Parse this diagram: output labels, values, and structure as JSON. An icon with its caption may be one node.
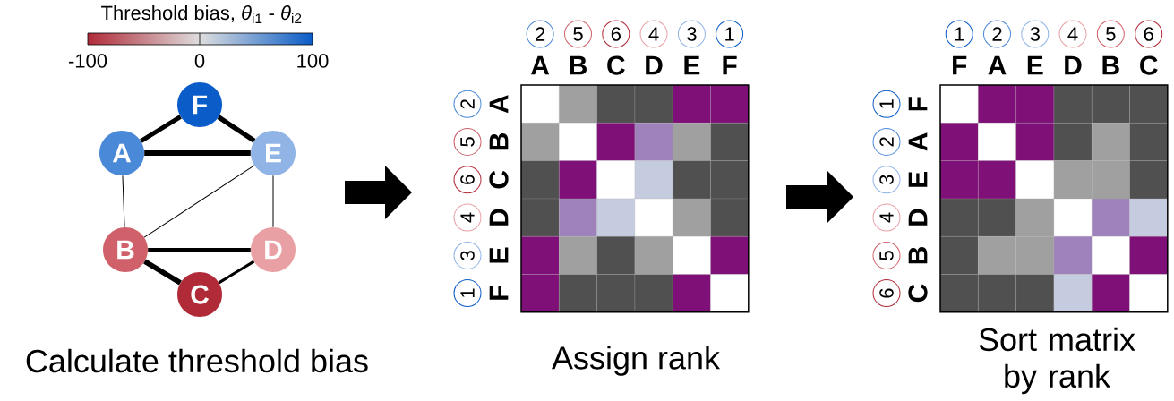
{
  "diagram": {
    "nodes": [
      {
        "text": [
          "F"
        ]
      },
      {
        "text": [
          "A"
        ]
      },
      {
        "text": [
          "E"
        ]
      },
      {
        "text": [
          "B"
        ]
      },
      {
        "text": [
          "D"
        ]
      },
      {
        "text": [
          "C"
        ]
      }
    ],
    "edges": [
      {
        "from": 1,
        "to": 0,
        "arrow": "none"
      },
      {
        "from": 0,
        "to": 2,
        "arrow": "none"
      },
      {
        "from": 1,
        "to": 2,
        "arrow": "none"
      },
      {
        "from": 1,
        "to": 3,
        "arrow": "none"
      },
      {
        "from": 3,
        "to": 2,
        "arrow": "none"
      },
      {
        "from": 2,
        "to": 4,
        "arrow": "none"
      },
      {
        "from": 3,
        "to": 4,
        "arrow": "none"
      },
      {
        "from": 3,
        "to": 5,
        "arrow": "none"
      },
      {
        "from": 5,
        "to": 4,
        "arrow": "none"
      }
    ],
    "labels": [
      "Threshold bias, *θ*$_{i1}$ - *θ*$_{i2}$",
      "-100",
      "0",
      "100",
      "Calculate threshold bias",
      "2",
      "5",
      "6",
      "4",
      "3",
      "1",
      "A",
      "B",
      "C",
      "D",
      "E",
      "F",
      "2",
      "5",
      "6",
      "4",
      "3",
      "1",
      "A",
      "B",
      "C",
      "D",
      "E",
      "F",
      "Assign rank",
      "1",
      "2",
      "3",
      "4",
      "5",
      "6",
      "F",
      "A",
      "E",
      "D",
      "B",
      "C",
      "1",
      "2",
      "3",
      "4",
      "5",
      "6",
      "F",
      "A",
      "E",
      "D",
      "B",
      "C",
      "Sort matrix by rank"
    ]
  }
}
